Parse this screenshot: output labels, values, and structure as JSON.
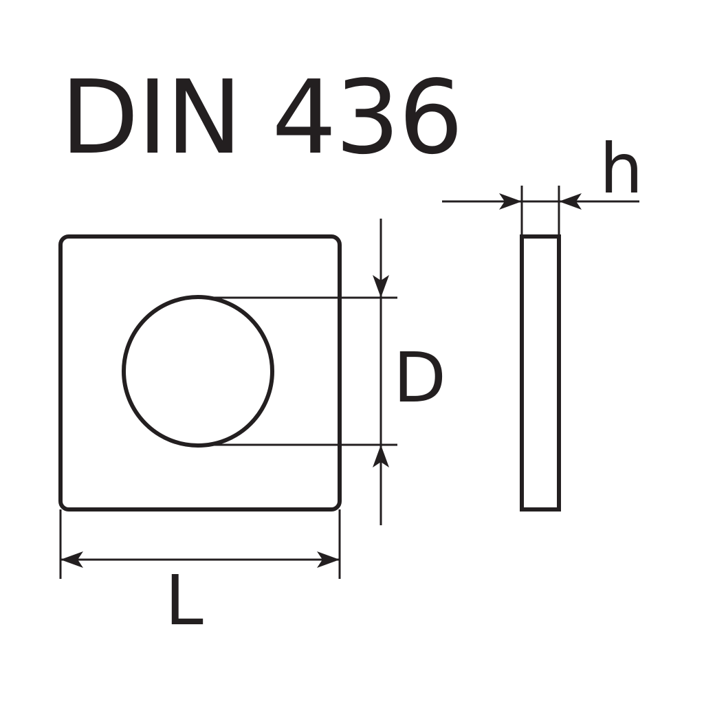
{
  "title": "DIN 436",
  "labels": {
    "diameter": "D",
    "length": "L",
    "thickness": "h"
  },
  "colors": {
    "stroke": "#231f20",
    "background": "#ffffff"
  }
}
